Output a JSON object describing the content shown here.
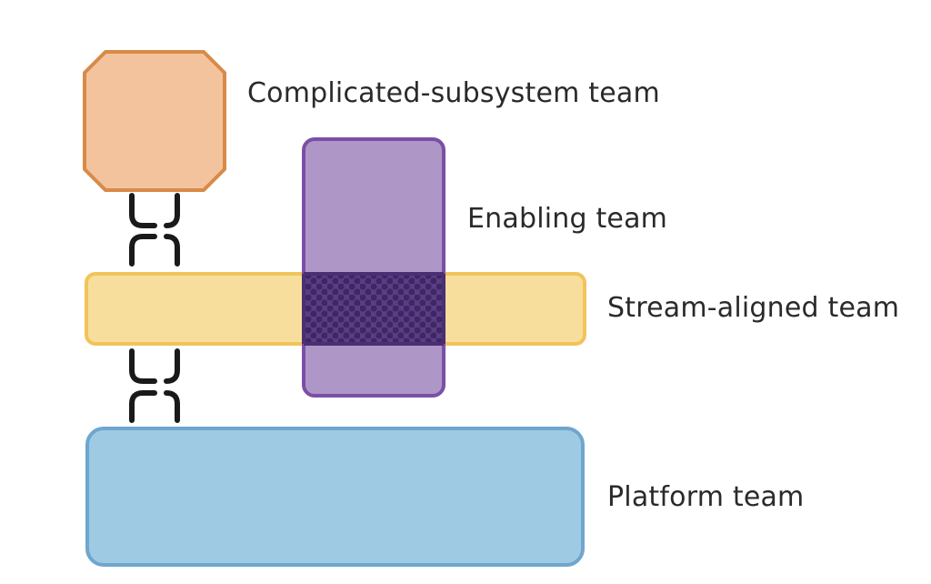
{
  "labels": {
    "complicated": "Complicated-subsystem team",
    "enabling": "Enabling team",
    "stream": "Stream-aligned team",
    "platform": "Platform team"
  },
  "colors": {
    "complicated_fill": "#F3C39D",
    "complicated_stroke": "#D88A48",
    "enabling_fill": "#AE97C6",
    "enabling_stroke": "#7B4FA5",
    "stream_fill": "#F8DE9C",
    "stream_stroke": "#F1C45A",
    "platform_fill": "#9FCAE3",
    "platform_stroke": "#6FA6CE",
    "overlap_fill": "#5A3D84",
    "overlap_dots": "#3E2763",
    "connector": "#1a1a1a",
    "text": "#2a2a2a"
  }
}
